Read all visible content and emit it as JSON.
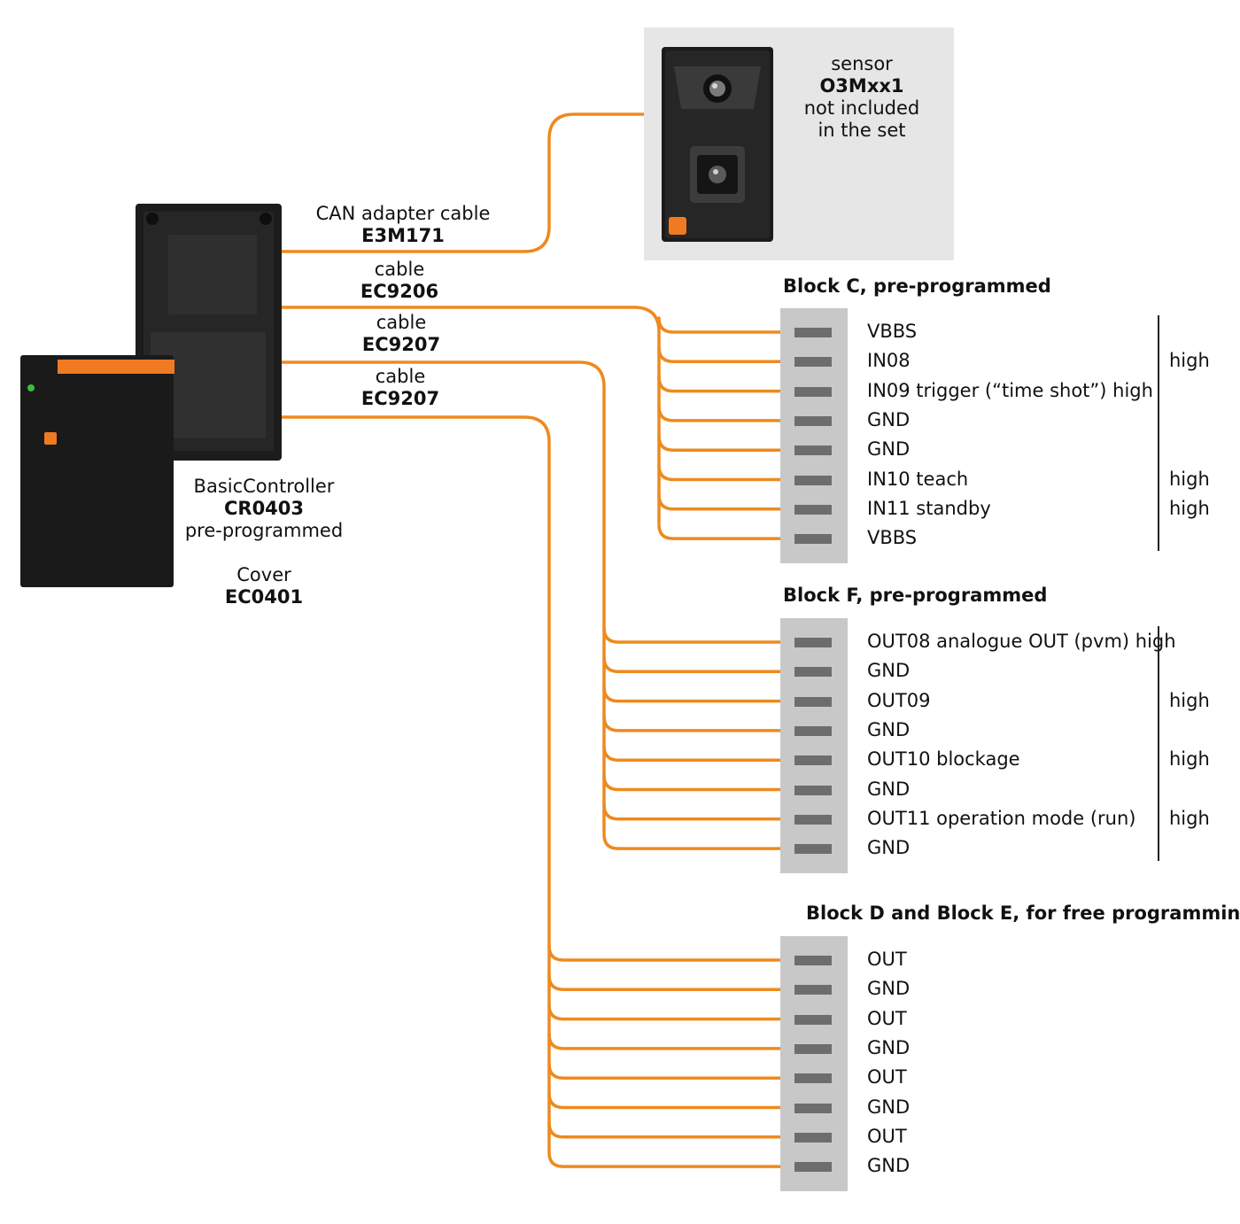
{
  "sensor": {
    "line1": "sensor",
    "code": "O3Mxx1",
    "line3": "not included",
    "line4": "in the set"
  },
  "cables": [
    {
      "name": "CAN adapter cable",
      "code": "E3M171"
    },
    {
      "name": "cable",
      "code": "EC9206"
    },
    {
      "name": "cable",
      "code": "EC9207"
    },
    {
      "name": "cable",
      "code": "EC9207"
    }
  ],
  "controller": {
    "name": "BasicController",
    "code": "CR0403",
    "note": "pre-programmed"
  },
  "cover": {
    "name": "Cover",
    "code": "EC0401"
  },
  "blocks": [
    {
      "title": "Block C, pre-programmed",
      "pins": [
        {
          "label": "VBBS",
          "high": ""
        },
        {
          "label": "IN08",
          "high": "high"
        },
        {
          "label": "IN09 trigger (“time shot”) high",
          "high": ""
        },
        {
          "label": "GND",
          "high": ""
        },
        {
          "label": "GND",
          "high": ""
        },
        {
          "label": "IN10 teach",
          "high": "high"
        },
        {
          "label": "IN11 standby",
          "high": "high"
        },
        {
          "label": "VBBS",
          "high": ""
        }
      ]
    },
    {
      "title": "Block F, pre-programmed",
      "pins": [
        {
          "label": "OUT08 analogue OUT (pvm) high",
          "high": ""
        },
        {
          "label": "GND",
          "high": ""
        },
        {
          "label": "OUT09",
          "high": "high"
        },
        {
          "label": "GND",
          "high": ""
        },
        {
          "label": "OUT10 blockage",
          "high": "high"
        },
        {
          "label": "GND",
          "high": ""
        },
        {
          "label": "OUT11 operation mode (run)",
          "high": "high"
        },
        {
          "label": "GND",
          "high": ""
        }
      ]
    },
    {
      "title": "Block D and Block E, for free programming",
      "pins": [
        {
          "label": "OUT",
          "high": ""
        },
        {
          "label": "GND",
          "high": ""
        },
        {
          "label": "OUT",
          "high": ""
        },
        {
          "label": "GND",
          "high": ""
        },
        {
          "label": "OUT",
          "high": ""
        },
        {
          "label": "GND",
          "high": ""
        },
        {
          "label": "OUT",
          "high": ""
        },
        {
          "label": "GND",
          "high": ""
        }
      ]
    }
  ],
  "colors": {
    "wire": "#ee8a1e",
    "strip": "#c8c8c8",
    "slot": "#6d6d6d",
    "device": "#1c1c1c",
    "cover_accent": "#f07a22",
    "sensor_bg": "#e6e6e6"
  }
}
